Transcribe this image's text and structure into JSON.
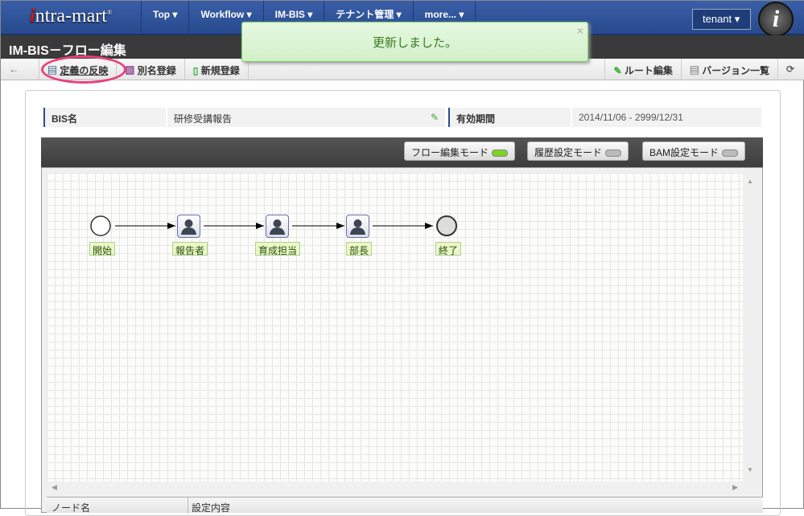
{
  "header": {
    "logo": "intra-mart",
    "nav": [
      "Top ▾",
      "Workflow ▾",
      "IM-BIS ▾",
      "テナント管理 ▾",
      "more... ▾"
    ],
    "tenant": "tenant ▾"
  },
  "page_title": "IM-BIS－フロー編集",
  "toolbar": {
    "reflect": "定義の反映",
    "alias": "別名登録",
    "new": "新規登録",
    "route": "ルート編集",
    "versions": "バージョン一覧"
  },
  "toast": {
    "message": "更新しました。",
    "close": "×"
  },
  "info": {
    "bis_label": "BIS名",
    "bis_value": "研修受講報告",
    "period_label": "有効期間",
    "period_value": "2014/11/06 - 2999/12/31"
  },
  "modes": [
    {
      "label": "フロー編集モード",
      "active": true
    },
    {
      "label": "履歴設定モード",
      "active": false
    },
    {
      "label": "BAM設定モード",
      "active": false
    }
  ],
  "flow": {
    "nodes": [
      {
        "type": "start",
        "label": "開始"
      },
      {
        "type": "user",
        "label": "報告者"
      },
      {
        "type": "user",
        "label": "育成担当"
      },
      {
        "type": "user",
        "label": "部長"
      },
      {
        "type": "end",
        "label": "終了"
      }
    ]
  },
  "table": {
    "headers": [
      "ノード名",
      "設定内容"
    ]
  }
}
